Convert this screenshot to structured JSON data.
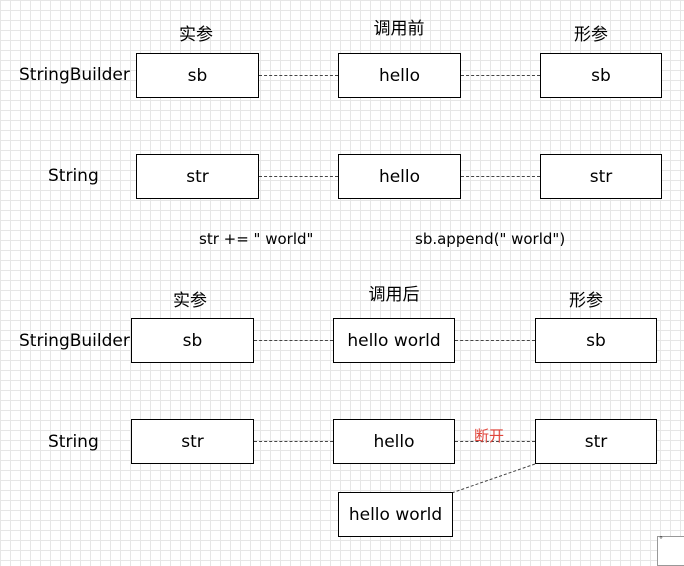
{
  "before": {
    "headers": {
      "actual": "实参",
      "middle": "调用前",
      "formal": "形参"
    },
    "rows": [
      {
        "label": "StringBuilder",
        "actual": "sb",
        "object": "hello",
        "formal": "sb"
      },
      {
        "label": "String",
        "actual": "str",
        "object": "hello",
        "formal": "str"
      }
    ]
  },
  "operations": {
    "string_op": "str += \" world\"",
    "builder_op": "sb.append(\" world\")"
  },
  "after": {
    "headers": {
      "actual": "实参",
      "middle": "调用后",
      "formal": "形参"
    },
    "rows": [
      {
        "label": "StringBuilder",
        "actual": "sb",
        "object": "hello world",
        "formal": "sb"
      },
      {
        "label": "String",
        "actual": "str",
        "object": "hello",
        "formal": "str"
      }
    ],
    "broken_label": "断开",
    "new_object": "hello world"
  },
  "colors": {
    "broken": "#e0463c",
    "grid": "#e6e6e6"
  }
}
